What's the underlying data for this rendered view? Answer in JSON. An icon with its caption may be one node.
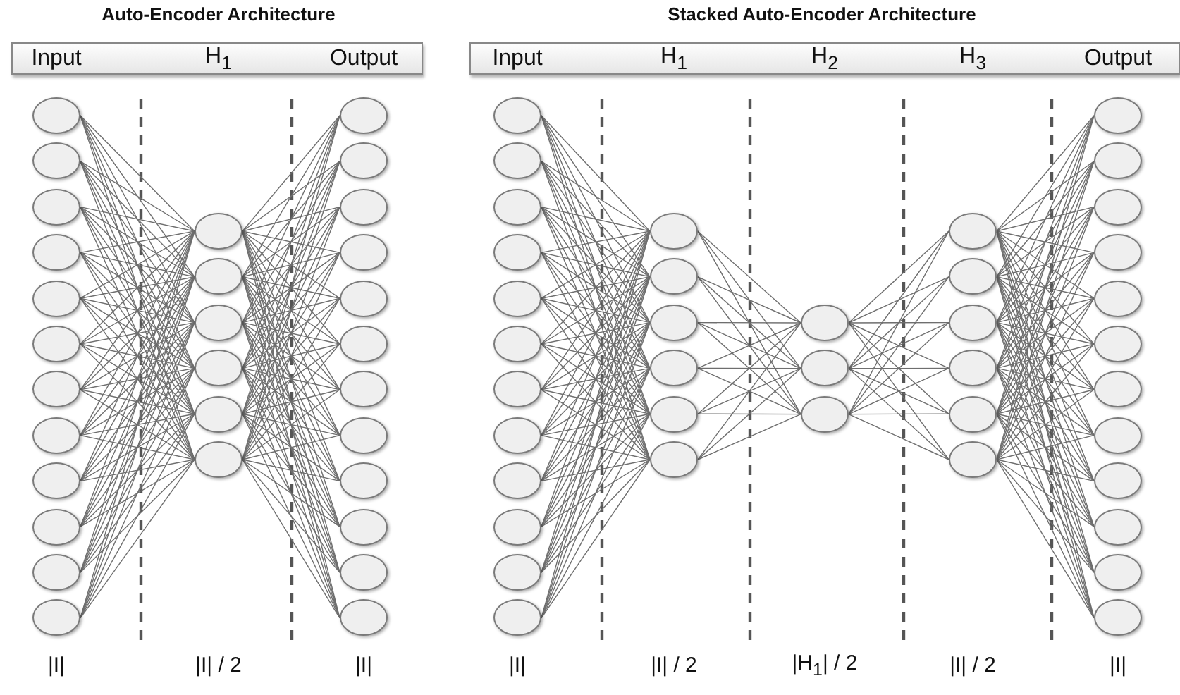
{
  "diagram": {
    "nodes": [
      {
        "text": [],
        "shape": "circle"
      },
      {
        "text": [],
        "shape": "circle"
      },
      {
        "text": [],
        "shape": "circle"
      },
      {
        "text": [],
        "shape": "circle"
      },
      {
        "text": [],
        "shape": "circle"
      },
      {
        "text": [],
        "shape": "circle"
      },
      {
        "text": [],
        "shape": "circle"
      },
      {
        "text": [],
        "shape": "circle"
      },
      {
        "text": [],
        "shape": "circle"
      },
      {
        "text": [],
        "shape": "circle"
      },
      {
        "text": [],
        "shape": "circle"
      },
      {
        "text": [],
        "shape": "circle"
      },
      {
        "text": [],
        "shape": "circle"
      },
      {
        "text": [],
        "shape": "circle"
      },
      {
        "text": [],
        "shape": "circle"
      },
      {
        "text": [],
        "shape": "circle"
      },
      {
        "text": [],
        "shape": "circle"
      },
      {
        "text": [],
        "shape": "circle"
      },
      {
        "text": [],
        "shape": "circle"
      },
      {
        "text": [],
        "shape": "circle"
      },
      {
        "text": [],
        "shape": "circle"
      },
      {
        "text": [],
        "shape": "circle"
      },
      {
        "text": [],
        "shape": "circle"
      },
      {
        "text": [],
        "shape": "circle"
      },
      {
        "text": [],
        "shape": "circle"
      },
      {
        "text": [],
        "shape": "circle"
      },
      {
        "text": [],
        "shape": "circle"
      },
      {
        "text": [],
        "shape": "circle"
      },
      {
        "text": [],
        "shape": "circle"
      },
      {
        "text": [],
        "shape": "circle"
      },
      {
        "text": [],
        "shape": "circle"
      },
      {
        "text": [],
        "shape": "circle"
      },
      {
        "text": [],
        "shape": "circle"
      },
      {
        "text": [],
        "shape": "circle"
      },
      {
        "text": [],
        "shape": "circle"
      },
      {
        "text": [],
        "shape": "circle"
      },
      {
        "text": [],
        "shape": "circle"
      },
      {
        "text": [],
        "shape": "circle"
      },
      {
        "text": [],
        "shape": "circle"
      },
      {
        "text": [],
        "shape": "circle"
      },
      {
        "text": [],
        "shape": "circle"
      },
      {
        "text": [],
        "shape": "circle"
      },
      {
        "text": [],
        "shape": "circle"
      },
      {
        "text": [],
        "shape": "circle"
      },
      {
        "text": [],
        "shape": "circle"
      },
      {
        "text": [],
        "shape": "circle"
      },
      {
        "text": [],
        "shape": "circle"
      },
      {
        "text": [],
        "shape": "circle"
      },
      {
        "text": [],
        "shape": "circle"
      },
      {
        "text": [],
        "shape": "circle"
      },
      {
        "text": [],
        "shape": "circle"
      },
      {
        "text": [],
        "shape": "circle"
      },
      {
        "text": [],
        "shape": "circle"
      },
      {
        "text": [],
        "shape": "circle"
      },
      {
        "text": [],
        "shape": "circle"
      },
      {
        "text": [],
        "shape": "circle"
      },
      {
        "text": [],
        "shape": "circle"
      },
      {
        "text": [],
        "shape": "circle"
      },
      {
        "text": [],
        "shape": "circle"
      },
      {
        "text": [],
        "shape": "circle"
      },
      {
        "text": [],
        "shape": "circle"
      },
      {
        "text": [],
        "shape": "circle"
      },
      {
        "text": [],
        "shape": "circle"
      },
      {
        "text": [],
        "shape": "circle"
      },
      {
        "text": [],
        "shape": "circle"
      },
      {
        "text": [],
        "shape": "circle"
      },
      {
        "text": [],
        "shape": "circle"
      },
      {
        "text": [],
        "shape": "circle"
      },
      {
        "text": [],
        "shape": "circle"
      }
    ],
    "edges": [
      {
        "from": 0,
        "to": 12,
        "arrow": "none"
      },
      {
        "from": 0,
        "to": 13,
        "arrow": "none"
      },
      {
        "from": 0,
        "to": 14,
        "arrow": "none"
      },
      {
        "from": 0,
        "to": 15,
        "arrow": "none"
      },
      {
        "from": 0,
        "to": 16,
        "arrow": "none"
      },
      {
        "from": 0,
        "to": 17,
        "arrow": "none"
      },
      {
        "from": 1,
        "to": 12,
        "arrow": "none"
      },
      {
        "from": 1,
        "to": 13,
        "arrow": "none"
      },
      {
        "from": 1,
        "to": 14,
        "arrow": "none"
      },
      {
        "from": 1,
        "to": 15,
        "arrow": "none"
      },
      {
        "from": 1,
        "to": 16,
        "arrow": "none"
      },
      {
        "from": 1,
        "to": 17,
        "arrow": "none"
      },
      {
        "from": 2,
        "to": 12,
        "arrow": "none"
      },
      {
        "from": 2,
        "to": 13,
        "arrow": "none"
      },
      {
        "from": 2,
        "to": 14,
        "arrow": "none"
      },
      {
        "from": 2,
        "to": 15,
        "arrow": "none"
      },
      {
        "from": 2,
        "to": 16,
        "arrow": "none"
      },
      {
        "from": 2,
        "to": 17,
        "arrow": "none"
      },
      {
        "from": 3,
        "to": 12,
        "arrow": "none"
      },
      {
        "from": 3,
        "to": 13,
        "arrow": "none"
      },
      {
        "from": 3,
        "to": 14,
        "arrow": "none"
      },
      {
        "from": 3,
        "to": 15,
        "arrow": "none"
      },
      {
        "from": 3,
        "to": 16,
        "arrow": "none"
      },
      {
        "from": 3,
        "to": 17,
        "arrow": "none"
      },
      {
        "from": 4,
        "to": 12,
        "arrow": "none"
      },
      {
        "from": 4,
        "to": 13,
        "arrow": "none"
      },
      {
        "from": 4,
        "to": 14,
        "arrow": "none"
      },
      {
        "from": 4,
        "to": 15,
        "arrow": "none"
      },
      {
        "from": 4,
        "to": 16,
        "arrow": "none"
      },
      {
        "from": 4,
        "to": 17,
        "arrow": "none"
      },
      {
        "from": 5,
        "to": 12,
        "arrow": "none"
      },
      {
        "from": 5,
        "to": 13,
        "arrow": "none"
      },
      {
        "from": 5,
        "to": 14,
        "arrow": "none"
      },
      {
        "from": 5,
        "to": 15,
        "arrow": "none"
      },
      {
        "from": 5,
        "to": 16,
        "arrow": "none"
      },
      {
        "from": 5,
        "to": 17,
        "arrow": "none"
      },
      {
        "from": 6,
        "to": 12,
        "arrow": "none"
      },
      {
        "from": 6,
        "to": 13,
        "arrow": "none"
      },
      {
        "from": 6,
        "to": 14,
        "arrow": "none"
      },
      {
        "from": 6,
        "to": 15,
        "arrow": "none"
      },
      {
        "from": 6,
        "to": 16,
        "arrow": "none"
      },
      {
        "from": 6,
        "to": 17,
        "arrow": "none"
      },
      {
        "from": 7,
        "to": 12,
        "arrow": "none"
      },
      {
        "from": 7,
        "to": 13,
        "arrow": "none"
      },
      {
        "from": 7,
        "to": 14,
        "arrow": "none"
      },
      {
        "from": 7,
        "to": 15,
        "arrow": "none"
      },
      {
        "from": 7,
        "to": 16,
        "arrow": "none"
      },
      {
        "from": 7,
        "to": 17,
        "arrow": "none"
      },
      {
        "from": 8,
        "to": 12,
        "arrow": "none"
      },
      {
        "from": 8,
        "to": 13,
        "arrow": "none"
      },
      {
        "from": 8,
        "to": 14,
        "arrow": "none"
      },
      {
        "from": 8,
        "to": 15,
        "arrow": "none"
      },
      {
        "from": 8,
        "to": 16,
        "arrow": "none"
      },
      {
        "from": 8,
        "to": 17,
        "arrow": "none"
      },
      {
        "from": 9,
        "to": 12,
        "arrow": "none"
      },
      {
        "from": 9,
        "to": 13,
        "arrow": "none"
      },
      {
        "from": 9,
        "to": 14,
        "arrow": "none"
      },
      {
        "from": 9,
        "to": 15,
        "arrow": "none"
      },
      {
        "from": 9,
        "to": 16,
        "arrow": "none"
      },
      {
        "from": 9,
        "to": 17,
        "arrow": "none"
      },
      {
        "from": 10,
        "to": 12,
        "arrow": "none"
      },
      {
        "from": 10,
        "to": 13,
        "arrow": "none"
      },
      {
        "from": 10,
        "to": 14,
        "arrow": "none"
      },
      {
        "from": 10,
        "to": 15,
        "arrow": "none"
      },
      {
        "from": 10,
        "to": 16,
        "arrow": "none"
      },
      {
        "from": 10,
        "to": 17,
        "arrow": "none"
      },
      {
        "from": 11,
        "to": 12,
        "arrow": "none"
      },
      {
        "from": 11,
        "to": 13,
        "arrow": "none"
      },
      {
        "from": 11,
        "to": 14,
        "arrow": "none"
      },
      {
        "from": 11,
        "to": 15,
        "arrow": "none"
      },
      {
        "from": 11,
        "to": 16,
        "arrow": "none"
      },
      {
        "from": 11,
        "to": 17,
        "arrow": "none"
      },
      {
        "from": 12,
        "to": 18,
        "arrow": "none"
      },
      {
        "from": 12,
        "to": 19,
        "arrow": "none"
      },
      {
        "from": 12,
        "to": 20,
        "arrow": "none"
      },
      {
        "from": 12,
        "to": 21,
        "arrow": "none"
      },
      {
        "from": 12,
        "to": 22,
        "arrow": "none"
      },
      {
        "from": 12,
        "to": 23,
        "arrow": "none"
      },
      {
        "from": 12,
        "to": 24,
        "arrow": "none"
      },
      {
        "from": 12,
        "to": 25,
        "arrow": "none"
      },
      {
        "from": 12,
        "to": 26,
        "arrow": "none"
      },
      {
        "from": 12,
        "to": 27,
        "arrow": "none"
      },
      {
        "from": 12,
        "to": 28,
        "arrow": "none"
      },
      {
        "from": 12,
        "to": 29,
        "arrow": "none"
      },
      {
        "from": 13,
        "to": 18,
        "arrow": "none"
      },
      {
        "from": 13,
        "to": 19,
        "arrow": "none"
      },
      {
        "from": 13,
        "to": 20,
        "arrow": "none"
      },
      {
        "from": 13,
        "to": 21,
        "arrow": "none"
      },
      {
        "from": 13,
        "to": 22,
        "arrow": "none"
      },
      {
        "from": 13,
        "to": 23,
        "arrow": "none"
      },
      {
        "from": 13,
        "to": 24,
        "arrow": "none"
      },
      {
        "from": 13,
        "to": 25,
        "arrow": "none"
      },
      {
        "from": 13,
        "to": 26,
        "arrow": "none"
      },
      {
        "from": 13,
        "to": 27,
        "arrow": "none"
      },
      {
        "from": 13,
        "to": 28,
        "arrow": "none"
      },
      {
        "from": 13,
        "to": 29,
        "arrow": "none"
      },
      {
        "from": 14,
        "to": 18,
        "arrow": "none"
      },
      {
        "from": 14,
        "to": 19,
        "arrow": "none"
      },
      {
        "from": 14,
        "to": 20,
        "arrow": "none"
      },
      {
        "from": 14,
        "to": 21,
        "arrow": "none"
      },
      {
        "from": 14,
        "to": 22,
        "arrow": "none"
      },
      {
        "from": 14,
        "to": 23,
        "arrow": "none"
      },
      {
        "from": 14,
        "to": 24,
        "arrow": "none"
      },
      {
        "from": 14,
        "to": 25,
        "arrow": "none"
      },
      {
        "from": 14,
        "to": 26,
        "arrow": "none"
      },
      {
        "from": 14,
        "to": 27,
        "arrow": "none"
      },
      {
        "from": 14,
        "to": 28,
        "arrow": "none"
      },
      {
        "from": 14,
        "to": 29,
        "arrow": "none"
      },
      {
        "from": 15,
        "to": 18,
        "arrow": "none"
      },
      {
        "from": 15,
        "to": 19,
        "arrow": "none"
      },
      {
        "from": 15,
        "to": 20,
        "arrow": "none"
      },
      {
        "from": 15,
        "to": 21,
        "arrow": "none"
      },
      {
        "from": 15,
        "to": 22,
        "arrow": "none"
      },
      {
        "from": 15,
        "to": 23,
        "arrow": "none"
      },
      {
        "from": 15,
        "to": 24,
        "arrow": "none"
      },
      {
        "from": 15,
        "to": 25,
        "arrow": "none"
      },
      {
        "from": 15,
        "to": 26,
        "arrow": "none"
      },
      {
        "from": 15,
        "to": 27,
        "arrow": "none"
      },
      {
        "from": 15,
        "to": 28,
        "arrow": "none"
      },
      {
        "from": 15,
        "to": 29,
        "arrow": "none"
      },
      {
        "from": 16,
        "to": 18,
        "arrow": "none"
      },
      {
        "from": 16,
        "to": 19,
        "arrow": "none"
      },
      {
        "from": 16,
        "to": 20,
        "arrow": "none"
      },
      {
        "from": 16,
        "to": 21,
        "arrow": "none"
      },
      {
        "from": 16,
        "to": 22,
        "arrow": "none"
      },
      {
        "from": 16,
        "to": 23,
        "arrow": "none"
      },
      {
        "from": 16,
        "to": 24,
        "arrow": "none"
      },
      {
        "from": 16,
        "to": 25,
        "arrow": "none"
      },
      {
        "from": 16,
        "to": 26,
        "arrow": "none"
      },
      {
        "from": 16,
        "to": 27,
        "arrow": "none"
      },
      {
        "from": 16,
        "to": 28,
        "arrow": "none"
      },
      {
        "from": 16,
        "to": 29,
        "arrow": "none"
      },
      {
        "from": 17,
        "to": 18,
        "arrow": "none"
      },
      {
        "from": 17,
        "to": 19,
        "arrow": "none"
      },
      {
        "from": 17,
        "to": 20,
        "arrow": "none"
      },
      {
        "from": 17,
        "to": 21,
        "arrow": "none"
      },
      {
        "from": 17,
        "to": 22,
        "arrow": "none"
      },
      {
        "from": 17,
        "to": 23,
        "arrow": "none"
      },
      {
        "from": 17,
        "to": 24,
        "arrow": "none"
      },
      {
        "from": 17,
        "to": 25,
        "arrow": "none"
      },
      {
        "from": 17,
        "to": 26,
        "arrow": "none"
      },
      {
        "from": 17,
        "to": 27,
        "arrow": "none"
      },
      {
        "from": 17,
        "to": 28,
        "arrow": "none"
      },
      {
        "from": 17,
        "to": 29,
        "arrow": "none"
      },
      {
        "from": 30,
        "to": 42,
        "arrow": "none"
      },
      {
        "from": 30,
        "to": 43,
        "arrow": "none"
      },
      {
        "from": 30,
        "to": 44,
        "arrow": "none"
      },
      {
        "from": 30,
        "to": 45,
        "arrow": "none"
      },
      {
        "from": 30,
        "to": 46,
        "arrow": "none"
      },
      {
        "from": 30,
        "to": 47,
        "arrow": "none"
      },
      {
        "from": 31,
        "to": 42,
        "arrow": "none"
      },
      {
        "from": 31,
        "to": 43,
        "arrow": "none"
      },
      {
        "from": 31,
        "to": 44,
        "arrow": "none"
      },
      {
        "from": 31,
        "to": 45,
        "arrow": "none"
      },
      {
        "from": 31,
        "to": 46,
        "arrow": "none"
      },
      {
        "from": 31,
        "to": 47,
        "arrow": "none"
      },
      {
        "from": 32,
        "to": 42,
        "arrow": "none"
      },
      {
        "from": 32,
        "to": 43,
        "arrow": "none"
      },
      {
        "from": 32,
        "to": 44,
        "arrow": "none"
      },
      {
        "from": 32,
        "to": 45,
        "arrow": "none"
      },
      {
        "from": 32,
        "to": 46,
        "arrow": "none"
      },
      {
        "from": 32,
        "to": 47,
        "arrow": "none"
      },
      {
        "from": 33,
        "to": 42,
        "arrow": "none"
      },
      {
        "from": 33,
        "to": 43,
        "arrow": "none"
      },
      {
        "from": 33,
        "to": 44,
        "arrow": "none"
      },
      {
        "from": 33,
        "to": 45,
        "arrow": "none"
      },
      {
        "from": 33,
        "to": 46,
        "arrow": "none"
      },
      {
        "from": 33,
        "to": 47,
        "arrow": "none"
      },
      {
        "from": 34,
        "to": 42,
        "arrow": "none"
      },
      {
        "from": 34,
        "to": 43,
        "arrow": "none"
      },
      {
        "from": 34,
        "to": 44,
        "arrow": "none"
      },
      {
        "from": 34,
        "to": 45,
        "arrow": "none"
      },
      {
        "from": 34,
        "to": 46,
        "arrow": "none"
      },
      {
        "from": 34,
        "to": 47,
        "arrow": "none"
      },
      {
        "from": 35,
        "to": 42,
        "arrow": "none"
      },
      {
        "from": 35,
        "to": 43,
        "arrow": "none"
      },
      {
        "from": 35,
        "to": 44,
        "arrow": "none"
      },
      {
        "from": 35,
        "to": 45,
        "arrow": "none"
      },
      {
        "from": 35,
        "to": 46,
        "arrow": "none"
      },
      {
        "from": 35,
        "to": 47,
        "arrow": "none"
      },
      {
        "from": 36,
        "to": 42,
        "arrow": "none"
      },
      {
        "from": 36,
        "to": 43,
        "arrow": "none"
      },
      {
        "from": 36,
        "to": 44,
        "arrow": "none"
      },
      {
        "from": 36,
        "to": 45,
        "arrow": "none"
      },
      {
        "from": 36,
        "to": 46,
        "arrow": "none"
      },
      {
        "from": 36,
        "to": 47,
        "arrow": "none"
      },
      {
        "from": 37,
        "to": 42,
        "arrow": "none"
      },
      {
        "from": 37,
        "to": 43,
        "arrow": "none"
      },
      {
        "from": 37,
        "to": 44,
        "arrow": "none"
      },
      {
        "from": 37,
        "to": 45,
        "arrow": "none"
      },
      {
        "from": 37,
        "to": 46,
        "arrow": "none"
      },
      {
        "from": 37,
        "to": 47,
        "arrow": "none"
      },
      {
        "from": 38,
        "to": 42,
        "arrow": "none"
      },
      {
        "from": 38,
        "to": 43,
        "arrow": "none"
      },
      {
        "from": 38,
        "to": 44,
        "arrow": "none"
      },
      {
        "from": 38,
        "to": 45,
        "arrow": "none"
      },
      {
        "from": 38,
        "to": 46,
        "arrow": "none"
      },
      {
        "from": 38,
        "to": 47,
        "arrow": "none"
      },
      {
        "from": 39,
        "to": 42,
        "arrow": "none"
      },
      {
        "from": 39,
        "to": 43,
        "arrow": "none"
      },
      {
        "from": 39,
        "to": 44,
        "arrow": "none"
      },
      {
        "from": 39,
        "to": 45,
        "arrow": "none"
      },
      {
        "from": 39,
        "to": 46,
        "arrow": "none"
      },
      {
        "from": 39,
        "to": 47,
        "arrow": "none"
      },
      {
        "from": 40,
        "to": 42,
        "arrow": "none"
      },
      {
        "from": 40,
        "to": 43,
        "arrow": "none"
      },
      {
        "from": 40,
        "to": 44,
        "arrow": "none"
      },
      {
        "from": 40,
        "to": 45,
        "arrow": "none"
      },
      {
        "from": 40,
        "to": 46,
        "arrow": "none"
      },
      {
        "from": 40,
        "to": 47,
        "arrow": "none"
      },
      {
        "from": 41,
        "to": 42,
        "arrow": "none"
      },
      {
        "from": 41,
        "to": 43,
        "arrow": "none"
      },
      {
        "from": 41,
        "to": 44,
        "arrow": "none"
      },
      {
        "from": 41,
        "to": 45,
        "arrow": "none"
      },
      {
        "from": 41,
        "to": 46,
        "arrow": "none"
      },
      {
        "from": 41,
        "to": 47,
        "arrow": "none"
      },
      {
        "from": 42,
        "to": 48,
        "arrow": "none"
      },
      {
        "from": 42,
        "to": 49,
        "arrow": "none"
      },
      {
        "from": 42,
        "to": 50,
        "arrow": "none"
      },
      {
        "from": 43,
        "to": 48,
        "arrow": "none"
      },
      {
        "from": 43,
        "to": 49,
        "arrow": "none"
      },
      {
        "from": 43,
        "to": 50,
        "arrow": "none"
      },
      {
        "from": 44,
        "to": 48,
        "arrow": "none"
      },
      {
        "from": 44,
        "to": 49,
        "arrow": "none"
      },
      {
        "from": 44,
        "to": 50,
        "arrow": "none"
      },
      {
        "from": 45,
        "to": 48,
        "arrow": "none"
      },
      {
        "from": 45,
        "to": 49,
        "arrow": "none"
      },
      {
        "from": 45,
        "to": 50,
        "arrow": "none"
      },
      {
        "from": 46,
        "to": 48,
        "arrow": "none"
      },
      {
        "from": 46,
        "to": 49,
        "arrow": "none"
      },
      {
        "from": 46,
        "to": 50,
        "arrow": "none"
      },
      {
        "from": 47,
        "to": 48,
        "arrow": "none"
      },
      {
        "from": 47,
        "to": 49,
        "arrow": "none"
      },
      {
        "from": 47,
        "to": 50,
        "arrow": "none"
      },
      {
        "from": 48,
        "to": 51,
        "arrow": "none"
      },
      {
        "from": 48,
        "to": 52,
        "arrow": "none"
      },
      {
        "from": 48,
        "to": 53,
        "arrow": "none"
      },
      {
        "from": 48,
        "to": 54,
        "arrow": "none"
      },
      {
        "from": 48,
        "to": 55,
        "arrow": "none"
      },
      {
        "from": 48,
        "to": 56,
        "arrow": "none"
      },
      {
        "from": 49,
        "to": 51,
        "arrow": "none"
      },
      {
        "from": 49,
        "to": 52,
        "arrow": "none"
      },
      {
        "from": 49,
        "to": 53,
        "arrow": "none"
      },
      {
        "from": 49,
        "to": 54,
        "arrow": "none"
      },
      {
        "from": 49,
        "to": 55,
        "arrow": "none"
      },
      {
        "from": 49,
        "to": 56,
        "arrow": "none"
      },
      {
        "from": 50,
        "to": 51,
        "arrow": "none"
      },
      {
        "from": 50,
        "to": 52,
        "arrow": "none"
      },
      {
        "from": 50,
        "to": 53,
        "arrow": "none"
      },
      {
        "from": 50,
        "to": 54,
        "arrow": "none"
      },
      {
        "from": 50,
        "to": 55,
        "arrow": "none"
      },
      {
        "from": 50,
        "to": 56,
        "arrow": "none"
      },
      {
        "from": 51,
        "to": 57,
        "arrow": "none"
      },
      {
        "from": 51,
        "to": 58,
        "arrow": "none"
      },
      {
        "from": 51,
        "to": 59,
        "arrow": "none"
      },
      {
        "from": 51,
        "to": 60,
        "arrow": "none"
      },
      {
        "from": 51,
        "to": 61,
        "arrow": "none"
      },
      {
        "from": 51,
        "to": 62,
        "arrow": "none"
      },
      {
        "from": 51,
        "to": 63,
        "arrow": "none"
      },
      {
        "from": 51,
        "to": 64,
        "arrow": "none"
      },
      {
        "from": 51,
        "to": 65,
        "arrow": "none"
      },
      {
        "from": 51,
        "to": 66,
        "arrow": "none"
      },
      {
        "from": 51,
        "to": 67,
        "arrow": "none"
      },
      {
        "from": 51,
        "to": 68,
        "arrow": "none"
      },
      {
        "from": 52,
        "to": 57,
        "arrow": "none"
      },
      {
        "from": 52,
        "to": 58,
        "arrow": "none"
      },
      {
        "from": 52,
        "to": 59,
        "arrow": "none"
      },
      {
        "from": 52,
        "to": 60,
        "arrow": "none"
      },
      {
        "from": 52,
        "to": 61,
        "arrow": "none"
      },
      {
        "from": 52,
        "to": 62,
        "arrow": "none"
      },
      {
        "from": 52,
        "to": 63,
        "arrow": "none"
      },
      {
        "from": 52,
        "to": 64,
        "arrow": "none"
      },
      {
        "from": 52,
        "to": 65,
        "arrow": "none"
      },
      {
        "from": 52,
        "to": 66,
        "arrow": "none"
      },
      {
        "from": 52,
        "to": 67,
        "arrow": "none"
      },
      {
        "from": 52,
        "to": 68,
        "arrow": "none"
      },
      {
        "from": 53,
        "to": 57,
        "arrow": "none"
      },
      {
        "from": 53,
        "to": 58,
        "arrow": "none"
      },
      {
        "from": 53,
        "to": 59,
        "arrow": "none"
      },
      {
        "from": 53,
        "to": 60,
        "arrow": "none"
      },
      {
        "from": 53,
        "to": 61,
        "arrow": "none"
      },
      {
        "from": 53,
        "to": 62,
        "arrow": "none"
      },
      {
        "from": 53,
        "to": 63,
        "arrow": "none"
      },
      {
        "from": 53,
        "to": 64,
        "arrow": "none"
      },
      {
        "from": 53,
        "to": 65,
        "arrow": "none"
      },
      {
        "from": 53,
        "to": 66,
        "arrow": "none"
      },
      {
        "from": 53,
        "to": 67,
        "arrow": "none"
      },
      {
        "from": 53,
        "to": 68,
        "arrow": "none"
      },
      {
        "from": 54,
        "to": 57,
        "arrow": "none"
      },
      {
        "from": 54,
        "to": 58,
        "arrow": "none"
      },
      {
        "from": 54,
        "to": 59,
        "arrow": "none"
      },
      {
        "from": 54,
        "to": 60,
        "arrow": "none"
      },
      {
        "from": 54,
        "to": 61,
        "arrow": "none"
      },
      {
        "from": 54,
        "to": 62,
        "arrow": "none"
      },
      {
        "from": 54,
        "to": 63,
        "arrow": "none"
      },
      {
        "from": 54,
        "to": 64,
        "arrow": "none"
      },
      {
        "from": 54,
        "to": 65,
        "arrow": "none"
      },
      {
        "from": 54,
        "to": 66,
        "arrow": "none"
      },
      {
        "from": 54,
        "to": 67,
        "arrow": "none"
      },
      {
        "from": 54,
        "to": 68,
        "arrow": "none"
      },
      {
        "from": 55,
        "to": 57,
        "arrow": "none"
      },
      {
        "from": 55,
        "to": 58,
        "arrow": "none"
      },
      {
        "from": 55,
        "to": 59,
        "arrow": "none"
      },
      {
        "from": 55,
        "to": 60,
        "arrow": "none"
      },
      {
        "from": 55,
        "to": 61,
        "arrow": "none"
      },
      {
        "from": 55,
        "to": 62,
        "arrow": "none"
      },
      {
        "from": 55,
        "to": 63,
        "arrow": "none"
      },
      {
        "from": 55,
        "to": 64,
        "arrow": "none"
      },
      {
        "from": 55,
        "to": 65,
        "arrow": "none"
      },
      {
        "from": 55,
        "to": 66,
        "arrow": "none"
      },
      {
        "from": 55,
        "to": 67,
        "arrow": "none"
      },
      {
        "from": 55,
        "to": 68,
        "arrow": "none"
      },
      {
        "from": 56,
        "to": 57,
        "arrow": "none"
      },
      {
        "from": 56,
        "to": 58,
        "arrow": "none"
      },
      {
        "from": 56,
        "to": 59,
        "arrow": "none"
      },
      {
        "from": 56,
        "to": 60,
        "arrow": "none"
      },
      {
        "from": 56,
        "to": 61,
        "arrow": "none"
      },
      {
        "from": 56,
        "to": 62,
        "arrow": "none"
      },
      {
        "from": 56,
        "to": 63,
        "arrow": "none"
      },
      {
        "from": 56,
        "to": 64,
        "arrow": "none"
      },
      {
        "from": 56,
        "to": 65,
        "arrow": "none"
      },
      {
        "from": 56,
        "to": 66,
        "arrow": "none"
      },
      {
        "from": 56,
        "to": 67,
        "arrow": "none"
      },
      {
        "from": 56,
        "to": 68,
        "arrow": "none"
      }
    ],
    "labels": [
      "Auto-Encoder Architecture",
      "Stacked Auto-Encoder Architecture",
      "Input",
      "H$_{1}$",
      "Output",
      "Input",
      "H$_{1}$",
      "H$_{2}$",
      "H$_{3}$",
      "Output",
      "|I|",
      "|I| / 2",
      "|I|",
      "|I|",
      "|I| / 2",
      "|H$_{1}$| / 2",
      "|I| / 2",
      "|I|"
    ]
  }
}
